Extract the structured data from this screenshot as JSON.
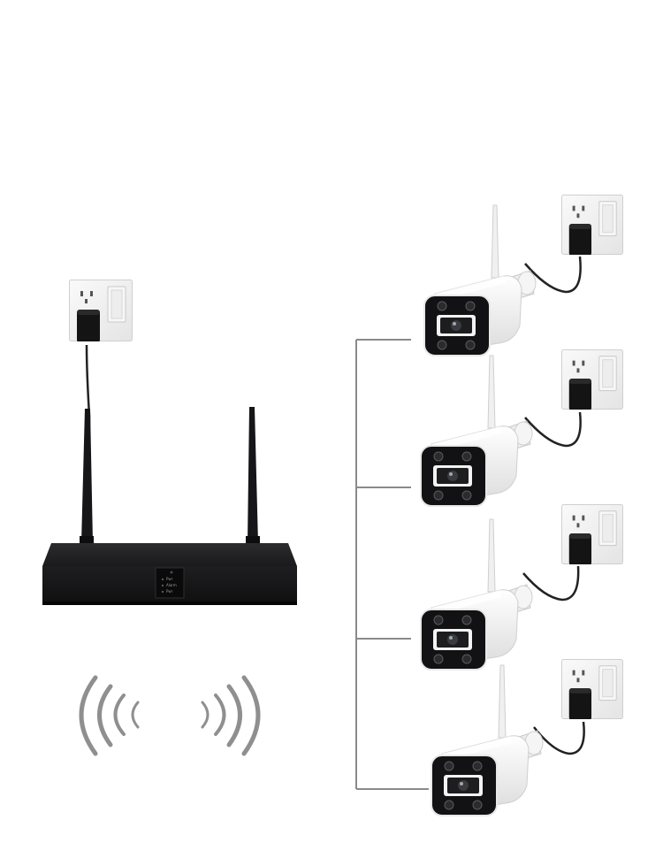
{
  "scene": {
    "subject": "wireless-nvr-camera-kit",
    "nvr": {
      "antenna_count": 2,
      "leds": [
        "Pwr",
        "Alarm",
        "Pwr"
      ]
    },
    "cameras": [
      {
        "name": "camera-1"
      },
      {
        "name": "camera-2"
      },
      {
        "name": "camera-3"
      },
      {
        "name": "camera-4"
      }
    ],
    "colors": {
      "nvr_body": "#1b1b1d",
      "camera_shell": "#f4f4f4",
      "camera_face": "#121214",
      "outlet_plate": "#f2f2f2",
      "cable": "#222222",
      "connector_line": "#8a8a8a",
      "wave": "#8a8a8a"
    },
    "icons": [
      "wifi-wave-icon",
      "power-outlet-icon",
      "power-adapter-icon"
    ]
  }
}
